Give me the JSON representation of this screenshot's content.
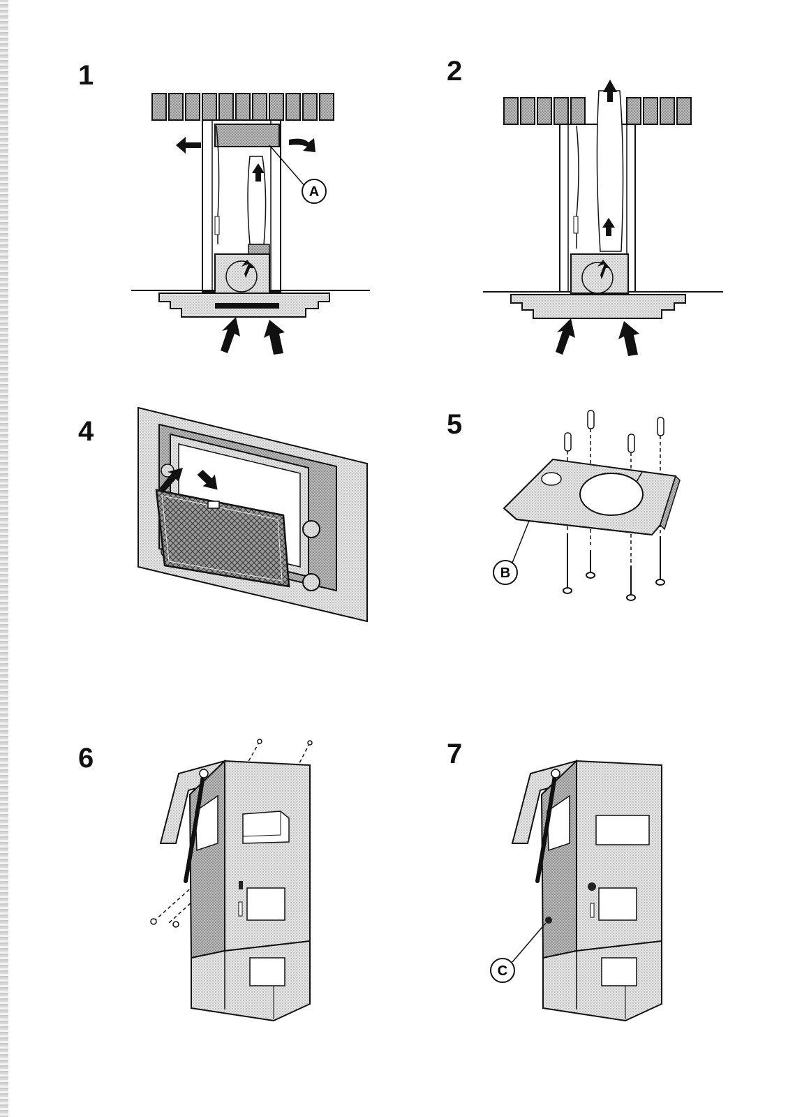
{
  "steps": [
    {
      "number": "1",
      "callout": "A"
    },
    {
      "number": "2"
    },
    {
      "number": "4"
    },
    {
      "number": "5",
      "callout": "B"
    },
    {
      "number": "6"
    },
    {
      "number": "7",
      "callout": "C"
    }
  ],
  "colors": {
    "ink": "#111111",
    "stipple": "#cfcfcf",
    "stipple_dark": "#9a9a9a",
    "paper": "#ffffff"
  }
}
